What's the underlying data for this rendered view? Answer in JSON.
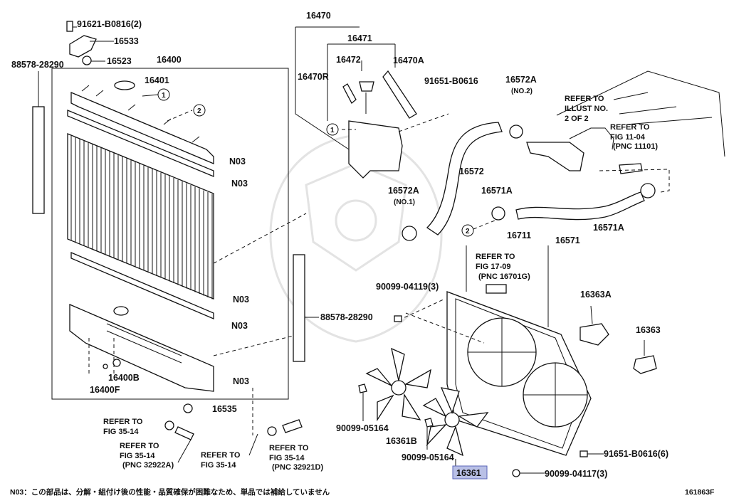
{
  "diagram": {
    "footnote": "N03：この部品は、分解・組付け後の性能・品質確保が困難なため、単品では補給していません",
    "figure_id": "161863F",
    "selected_part": "16361",
    "labels": {
      "p91621": "91621-B0816(2)",
      "p16533": "16533",
      "p16523": "16523",
      "p16400": "16400",
      "p16401": "16401",
      "p88578a": "88578-28290",
      "p88578b": "88578-28290",
      "n03a": "N03",
      "n03b": "N03",
      "n03c": "N03",
      "n03d": "N03",
      "n03e": "N03",
      "p16400b": "16400B",
      "p16400f": "16400F",
      "p16535": "16535",
      "p16470": "16470",
      "p16471": "16471",
      "p16472": "16472",
      "p16470a": "16470A",
      "p16470r": "16470R",
      "p91651a": "91651-B0616",
      "p16572a_top": "16572A",
      "p16572a_top_sub": "(NO.2)",
      "p16572": "16572",
      "p16572a_left": "16572A",
      "p16572a_left_sub": "(NO.1)",
      "p16571a_top": "16571A",
      "p16571": "16571",
      "p16571a_right": "16571A",
      "p16711": "16711",
      "p90099_04119": "90099-04119(3)",
      "p16363a": "16363A",
      "p16363": "16363",
      "p90099_05164a": "90099-05164",
      "p16361b": "16361B",
      "p90099_05164b": "90099-05164",
      "p16361": "16361",
      "p91651b": "91651-B0616(6)",
      "p90099_04117": "90099-04117(3)",
      "callout_1a": "1",
      "callout_2a": "2",
      "callout_1b": "1",
      "callout_2b": "2"
    },
    "refs": {
      "illust": [
        "REFER TO",
        "ILLUST NO.",
        "2 OF 2"
      ],
      "fig1104": [
        "REFER TO",
        "FIG 11-04",
        "(PNC 11101)"
      ],
      "fig1709": [
        "REFER TO",
        "FIG 17-09",
        "(PNC 16701G)"
      ],
      "fig3514a": [
        "REFER TO",
        "FIG 35-14"
      ],
      "fig3514b": [
        "REFER TO",
        "FIG 35-14",
        "(PNC 32922A)"
      ],
      "fig3514c": [
        "REFER TO",
        "FIG 35-14"
      ],
      "fig3514d": [
        "REFER TO",
        "FIG 35-14",
        "(PNC 32921D)"
      ]
    }
  }
}
